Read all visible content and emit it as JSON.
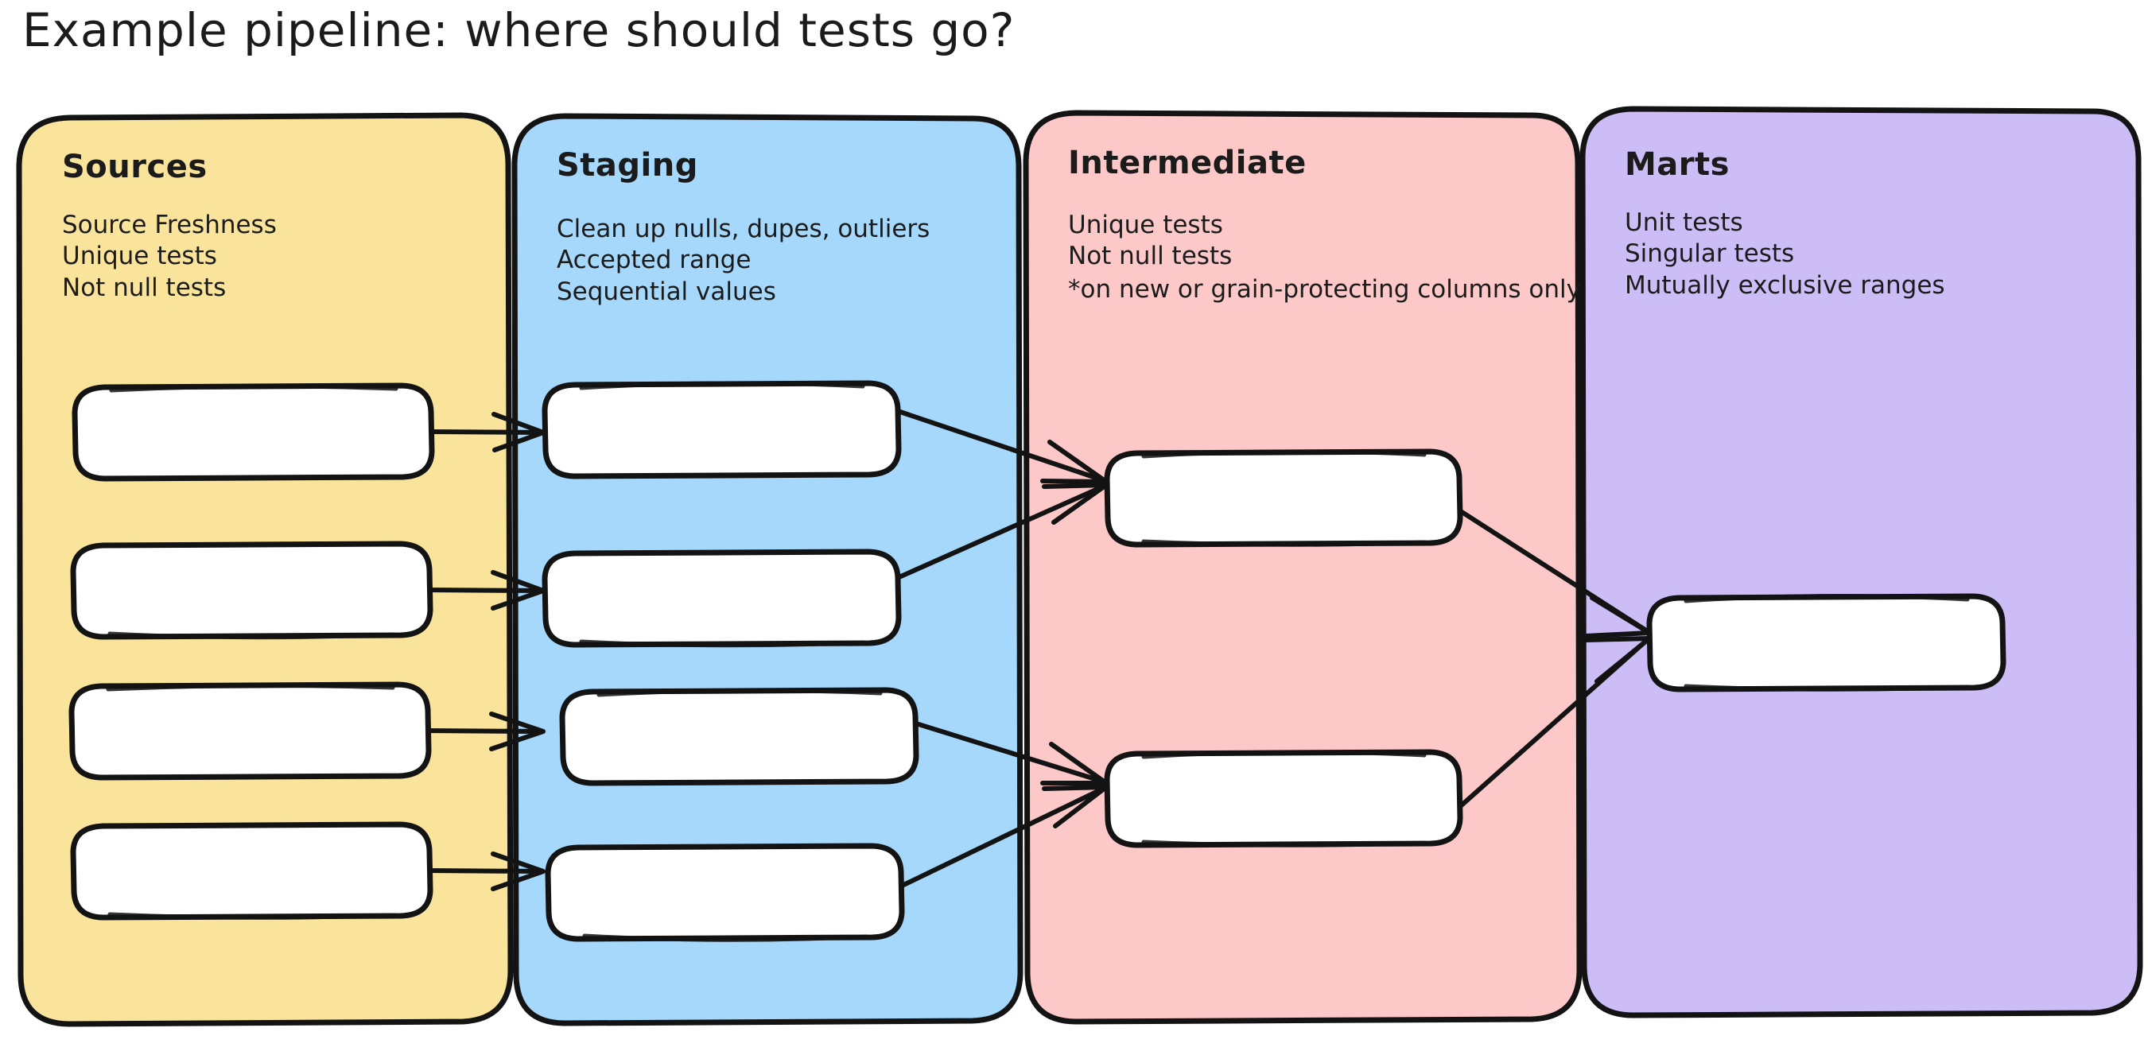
{
  "page": {
    "title": "Example pipeline: where should tests go?",
    "background_color": "#ffffff",
    "ink_color": "#131313"
  },
  "lanes": [
    {
      "id": "sources",
      "title": "Sources",
      "color": "#fae49c",
      "items": [
        "Source Freshness",
        "Unique tests",
        "Not null tests"
      ],
      "node_count": 4
    },
    {
      "id": "staging",
      "title": "Staging",
      "color": "#a5d8fb",
      "items": [
        "Clean up nulls, dupes, outliers",
        "Accepted range",
        "Sequential values"
      ],
      "node_count": 4
    },
    {
      "id": "intermediate",
      "title": "Intermediate",
      "color": "#fcc8c8",
      "items": [
        "Unique tests",
        "Not null tests",
        "*on new or grain-protecting columns only"
      ],
      "node_count": 2
    },
    {
      "id": "marts",
      "title": "Marts",
      "color": "#cdbdf7",
      "items": [
        "Unit tests",
        "Singular tests",
        "Mutually exclusive ranges"
      ],
      "node_count": 1
    }
  ],
  "edges": [
    {
      "from": "sources-node-1",
      "to": "staging-node-1"
    },
    {
      "from": "sources-node-2",
      "to": "staging-node-2"
    },
    {
      "from": "sources-node-3",
      "to": "staging-node-3"
    },
    {
      "from": "sources-node-4",
      "to": "staging-node-4"
    },
    {
      "from": "staging-node-1",
      "to": "intermediate-node-1"
    },
    {
      "from": "staging-node-2",
      "to": "intermediate-node-1"
    },
    {
      "from": "staging-node-3",
      "to": "intermediate-node-2"
    },
    {
      "from": "staging-node-4",
      "to": "intermediate-node-2"
    },
    {
      "from": "intermediate-node-1",
      "to": "marts-node-1"
    },
    {
      "from": "intermediate-node-2",
      "to": "marts-node-1"
    }
  ]
}
